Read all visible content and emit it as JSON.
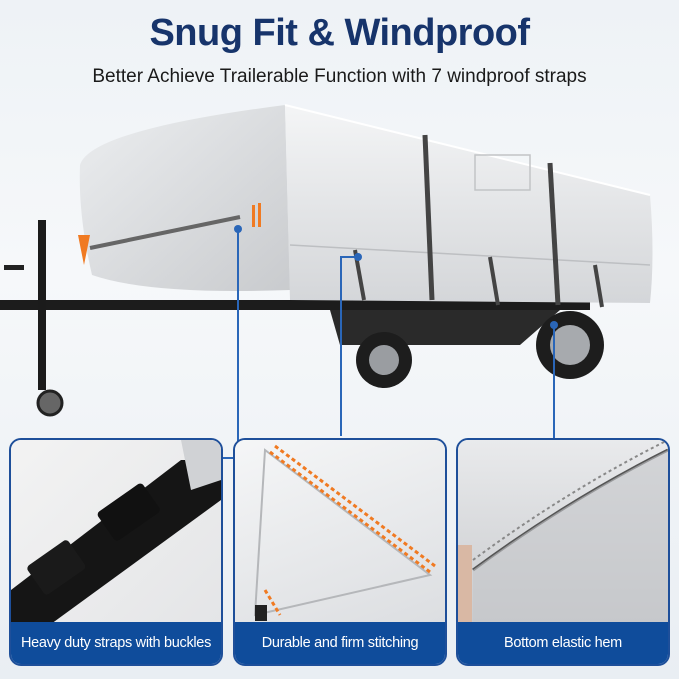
{
  "header": {
    "title": "Snug Fit & Windproof",
    "subtitle": "Better Achieve Trailerable Function with 7 windproof straps"
  },
  "colors": {
    "title": "#17346b",
    "accent_blue": "#0f4c9b",
    "leader_line": "#2a66b8",
    "stitch_orange": "#f07a22"
  },
  "panels": [
    {
      "caption": "Heavy duty straps with buckles",
      "icon": "buckle-strap-image"
    },
    {
      "caption": "Durable and firm stitching",
      "icon": "stitching-image"
    },
    {
      "caption": "Bottom elastic hem",
      "icon": "elastic-hem-image"
    }
  ]
}
